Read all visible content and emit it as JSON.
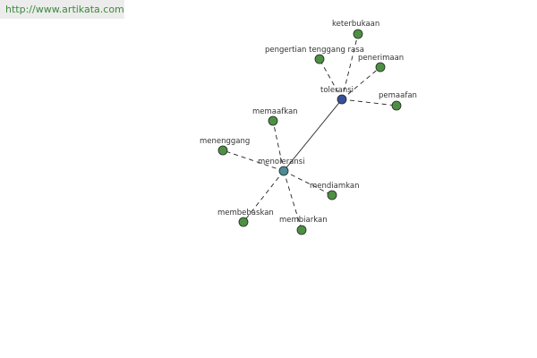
{
  "header": {
    "url": "http://www.artikata.com"
  },
  "colors": {
    "hub_primary": "#3a4f9a",
    "hub_secondary": "#4f8a96",
    "leaf": "#4f8f45",
    "edge": "#222222",
    "label": "#333333"
  },
  "graph": {
    "nodes": [
      {
        "id": "toleransi",
        "label": "toleransi",
        "kind": "hub-primary"
      },
      {
        "id": "menoleransi",
        "label": "menoleransi",
        "kind": "hub-secondary"
      },
      {
        "id": "keterbukaan",
        "label": "keterbukaan",
        "kind": "leaf"
      },
      {
        "id": "pengertian",
        "label": "pengertian tenggang rasa",
        "kind": "leaf"
      },
      {
        "id": "penerimaan",
        "label": "penerimaan",
        "kind": "leaf"
      },
      {
        "id": "pemaafan",
        "label": "pemaafan",
        "kind": "leaf"
      },
      {
        "id": "memaafkan",
        "label": "memaafkan",
        "kind": "leaf"
      },
      {
        "id": "menenggang",
        "label": "menenggang",
        "kind": "leaf"
      },
      {
        "id": "mendiamkan",
        "label": "mendiamkan",
        "kind": "leaf"
      },
      {
        "id": "membebaskan",
        "label": "membebaskan",
        "kind": "leaf"
      },
      {
        "id": "membiarkan",
        "label": "membiarkan",
        "kind": "leaf"
      }
    ],
    "edges": [
      {
        "from": "toleransi",
        "to": "menoleransi",
        "style": "solid"
      },
      {
        "from": "toleransi",
        "to": "keterbukaan",
        "style": "dashed"
      },
      {
        "from": "toleransi",
        "to": "pengertian",
        "style": "dashed"
      },
      {
        "from": "toleransi",
        "to": "penerimaan",
        "style": "dashed"
      },
      {
        "from": "toleransi",
        "to": "pemaafan",
        "style": "dashed"
      },
      {
        "from": "menoleransi",
        "to": "memaafkan",
        "style": "dashed"
      },
      {
        "from": "menoleransi",
        "to": "menenggang",
        "style": "dashed"
      },
      {
        "from": "menoleransi",
        "to": "mendiamkan",
        "style": "dashed"
      },
      {
        "from": "menoleransi",
        "to": "membebaskan",
        "style": "dashed"
      },
      {
        "from": "menoleransi",
        "to": "membiarkan",
        "style": "dashed"
      }
    ]
  }
}
